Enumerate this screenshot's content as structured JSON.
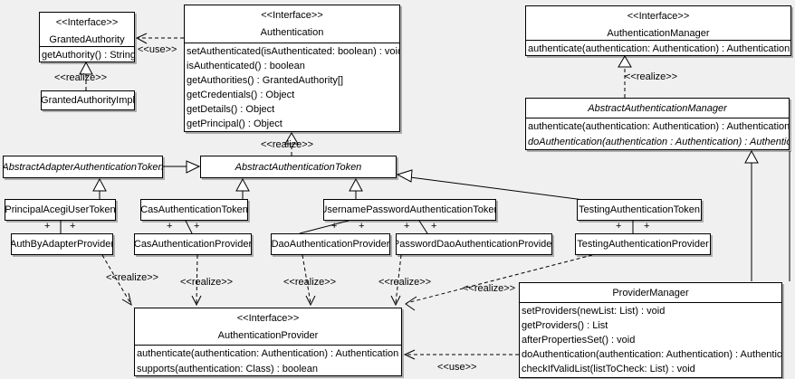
{
  "edge_labels": {
    "realize": "<<realize>>",
    "use": "<<use>>",
    "plus": "+"
  },
  "colors": {
    "background": "#f0f0f0",
    "box_fill": "#ffffff",
    "box_border": "#000000",
    "shadow_gray": "#b5b5b5"
  },
  "classes": {
    "granted_authority": {
      "stereotype": "<<Interface>>",
      "name": "GrantedAuthority",
      "methods": [
        "getAuthority() : String"
      ]
    },
    "granted_authority_impl": {
      "name": "GrantedAuthorityImpl"
    },
    "authentication": {
      "stereotype": "<<Interface>>",
      "name": "Authentication",
      "methods": [
        "setAuthenticated(isAuthenticated: boolean) : void",
        "isAuthenticated() : boolean",
        "getAuthorities() : GrantedAuthority[]",
        "getCredentials() : Object",
        "getDetails() : Object",
        "getPrincipal() : Object"
      ]
    },
    "authentication_manager": {
      "stereotype": "<<Interface>>",
      "name": "AuthenticationManager",
      "methods": [
        "authenticate(authentication: Authentication) : Authentication"
      ]
    },
    "abstract_authentication_manager": {
      "name": "AbstractAuthenticationManager",
      "methods": [
        "authenticate(authentication: Authentication) : Authentication",
        "doAuthentication(authentication : Authentication) : Authentication"
      ]
    },
    "abstract_adapter_authentication_token": {
      "name": "AbstractAdapterAuthenticationToken"
    },
    "abstract_authentication_token": {
      "name": "AbstractAuthenticationToken"
    },
    "principal_acegi_user_token": {
      "name": "PrincipalAcegiUserToken"
    },
    "cas_authentication_token": {
      "name": "CasAuthenticationToken"
    },
    "username_password_authentication_token": {
      "name": "UsernamePasswordAuthenticationToken"
    },
    "testing_authentication_token": {
      "name": "TestingAuthenticationToken"
    },
    "auth_by_adapter_provider": {
      "name": "AuthByAdapterProvider"
    },
    "cas_authentication_provider": {
      "name": "CasAuthenticationProvider"
    },
    "dao_authentication_provider": {
      "name": "DaoAuthenticationProvider"
    },
    "password_dao_authentication_provider": {
      "name": "PasswordDaoAuthenticationProvider"
    },
    "testing_authentication_provider": {
      "name": "TestingAuthenticationProvider"
    },
    "authentication_provider": {
      "stereotype": "<<Interface>>",
      "name": "AuthenticationProvider",
      "methods": [
        "authenticate(authentication: Authentication) : Authentication",
        "supports(authentication: Class) : boolean"
      ]
    },
    "provider_manager": {
      "name": "ProviderManager",
      "methods": [
        "setProviders(newList: List) : void",
        "getProviders() : List",
        "afterPropertiesSet() : void",
        "doAuthentication(authentication: Authentication) : Authentication",
        "checkIfValidList(listToCheck: List) : void"
      ]
    }
  }
}
